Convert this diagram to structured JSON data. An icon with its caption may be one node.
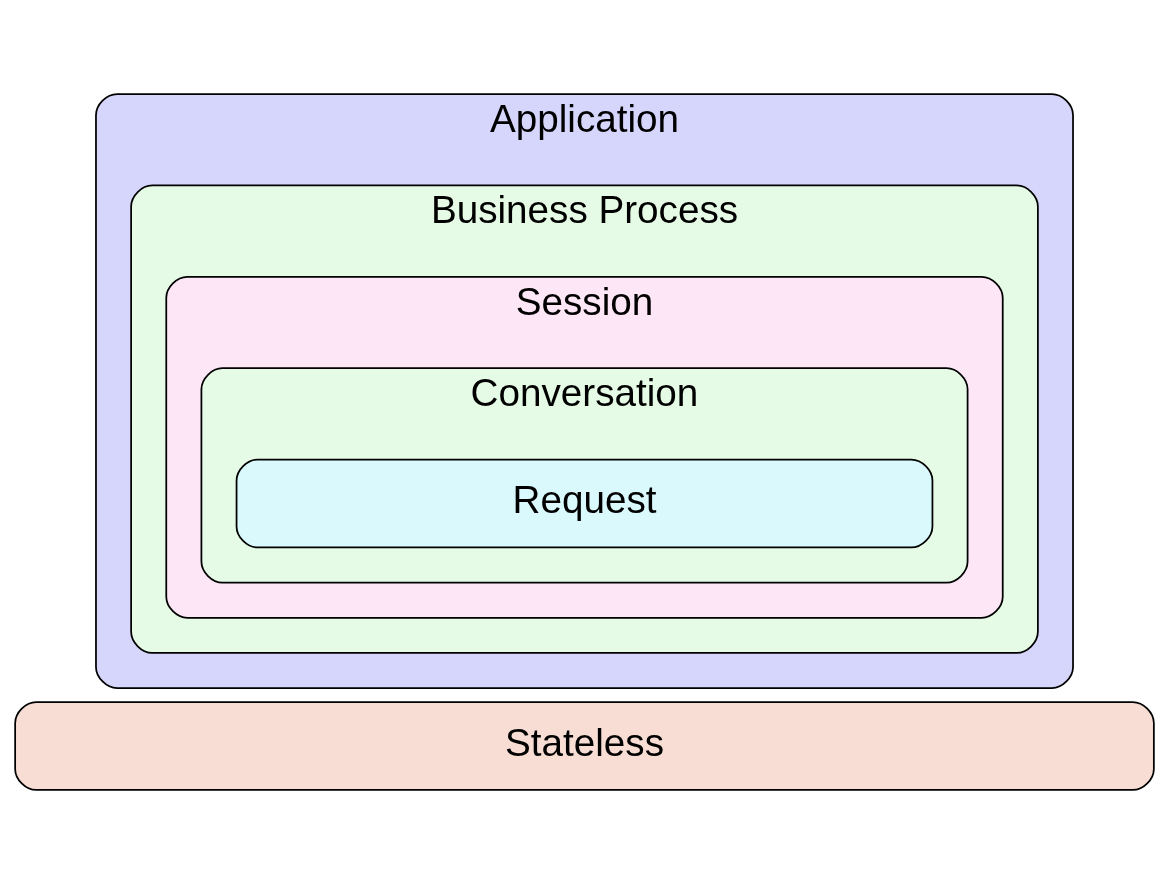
{
  "diagram": {
    "nodes": [
      {
        "text": [
          "Application"
        ]
      },
      {
        "text": [
          "Business Process"
        ],
        "in": 0
      },
      {
        "text": [
          "Session"
        ],
        "in": 1
      },
      {
        "text": [
          "Conversation"
        ],
        "in": 2
      },
      {
        "text": [
          "Request"
        ],
        "in": 3
      },
      {
        "text": [
          "Stateless"
        ]
      }
    ]
  }
}
